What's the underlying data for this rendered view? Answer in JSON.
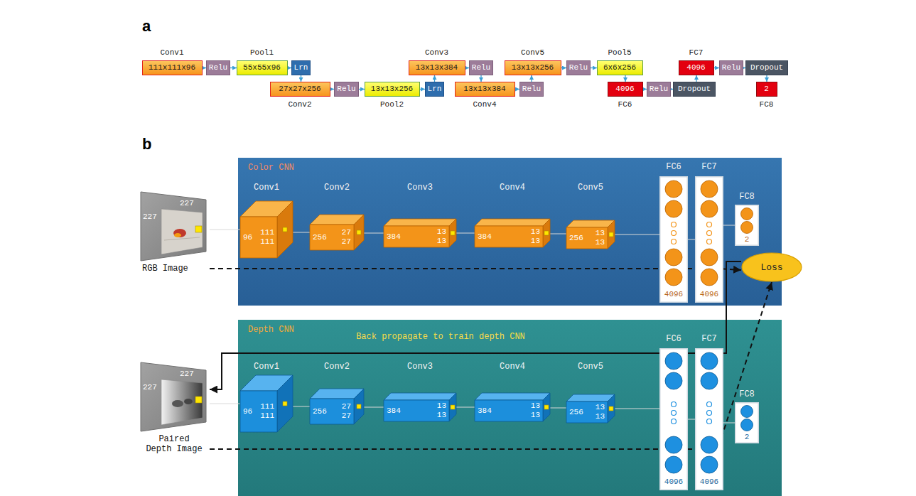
{
  "diagram": {
    "nodes": [
      {
        "text": [
          "Conv1",
          "111x111x96"
        ]
      },
      {
        "text": [
          "Relu"
        ]
      },
      {
        "text": [
          "Pool1",
          "55x55x96"
        ]
      },
      {
        "text": [
          "Lrn"
        ]
      },
      {
        "text": [
          "Conv2",
          "27x27x256"
        ]
      },
      {
        "text": [
          "Relu"
        ]
      },
      {
        "text": [
          "Pool2",
          "13x13x256"
        ]
      },
      {
        "text": [
          "Lrn"
        ]
      },
      {
        "text": [
          "Conv3",
          "13x13x384"
        ]
      },
      {
        "text": [
          "Relu"
        ]
      },
      {
        "text": [
          "Conv4",
          "13x13x384"
        ]
      },
      {
        "text": [
          "Relu"
        ]
      },
      {
        "text": [
          "Conv5",
          "13x13x256"
        ]
      },
      {
        "text": [
          "Relu"
        ]
      },
      {
        "text": [
          "Pool5",
          "6x6x256"
        ]
      },
      {
        "text": [
          "FC6",
          "4096"
        ]
      },
      {
        "text": [
          "Relu"
        ]
      },
      {
        "text": [
          "Dropout"
        ]
      },
      {
        "text": [
          "FC7",
          "4096"
        ]
      },
      {
        "text": [
          "Relu"
        ]
      },
      {
        "text": [
          "Dropout"
        ]
      },
      {
        "text": [
          "FC8",
          "2"
        ]
      },
      {
        "text": [
          "227",
          "227",
          "RGB Image"
        ]
      },
      {
        "text": [
          "Color CNN"
        ]
      },
      {
        "text": [
          "Conv1",
          "96",
          "111",
          "111"
        ],
        "in": 23
      },
      {
        "text": [
          "Conv2",
          "256",
          "27",
          "27"
        ],
        "in": 23
      },
      {
        "text": [
          "Conv3",
          "384",
          "13",
          "13"
        ],
        "in": 23
      },
      {
        "text": [
          "Conv4",
          "384",
          "13",
          "13"
        ],
        "in": 23
      },
      {
        "text": [
          "Conv5",
          "256",
          "13",
          "13"
        ],
        "in": 23
      },
      {
        "text": [
          "FC6",
          "4096"
        ],
        "in": 23
      },
      {
        "text": [
          "FC7",
          "4096"
        ],
        "in": 23
      },
      {
        "text": [
          "FC8",
          "2"
        ],
        "in": 23
      },
      {
        "text": [
          "Loss"
        ]
      },
      {
        "text": [
          "227",
          "227",
          "Paired Depth Image"
        ]
      },
      {
        "text": [
          "Depth CNN",
          "Back propagate to train depth CNN"
        ]
      },
      {
        "text": [
          "Conv1",
          "96",
          "111",
          "111"
        ],
        "in": 34
      },
      {
        "text": [
          "Conv2",
          "256",
          "27",
          "27"
        ],
        "in": 34
      },
      {
        "text": [
          "Conv3",
          "384",
          "13",
          "13"
        ],
        "in": 34
      },
      {
        "text": [
          "Conv4",
          "384",
          "13",
          "13"
        ],
        "in": 34
      },
      {
        "text": [
          "Conv5",
          "256",
          "13",
          "13"
        ],
        "in": 34
      },
      {
        "text": [
          "FC6",
          "4096"
        ],
        "in": 34
      },
      {
        "text": [
          "FC7",
          "4096"
        ],
        "in": 34
      },
      {
        "text": [
          "FC8",
          "2"
        ],
        "in": 34
      }
    ],
    "edges": [
      {
        "from": 0,
        "to": 1,
        "arrow": "to"
      },
      {
        "from": 1,
        "to": 2,
        "arrow": "to"
      },
      {
        "from": 2,
        "to": 3,
        "arrow": "to"
      },
      {
        "from": 3,
        "to": 4,
        "arrow": "to"
      },
      {
        "from": 4,
        "to": 5,
        "arrow": "to"
      },
      {
        "from": 5,
        "to": 6,
        "arrow": "to"
      },
      {
        "from": 6,
        "to": 7,
        "arrow": "to"
      },
      {
        "from": 7,
        "to": 8,
        "arrow": "to"
      },
      {
        "from": 8,
        "to": 9,
        "arrow": "to"
      },
      {
        "from": 9,
        "to": 10,
        "arrow": "to"
      },
      {
        "from": 10,
        "to": 11,
        "arrow": "to"
      },
      {
        "from": 11,
        "to": 12,
        "arrow": "to"
      },
      {
        "from": 12,
        "to": 13,
        "arrow": "to"
      },
      {
        "from": 13,
        "to": 14,
        "arrow": "to"
      },
      {
        "from": 14,
        "to": 15,
        "arrow": "to"
      },
      {
        "from": 15,
        "to": 16,
        "arrow": "to"
      },
      {
        "from": 16,
        "to": 17,
        "arrow": "to"
      },
      {
        "from": 17,
        "to": 18,
        "arrow": "to"
      },
      {
        "from": 18,
        "to": 19,
        "arrow": "to"
      },
      {
        "from": 19,
        "to": 20,
        "arrow": "to"
      },
      {
        "from": 20,
        "to": 21,
        "arrow": "to"
      },
      {
        "from": 22,
        "to": 24,
        "arrow": "none"
      },
      {
        "from": 24,
        "to": 25,
        "arrow": "none"
      },
      {
        "from": 25,
        "to": 26,
        "arrow": "none"
      },
      {
        "from": 26,
        "to": 27,
        "arrow": "none"
      },
      {
        "from": 27,
        "to": 28,
        "arrow": "none"
      },
      {
        "from": 28,
        "to": 29,
        "arrow": "none"
      },
      {
        "from": 29,
        "to": 30,
        "arrow": "none"
      },
      {
        "from": 30,
        "to": 31,
        "arrow": "none"
      },
      {
        "from": 22,
        "to": 32,
        "arrow": "to"
      },
      {
        "from": 33,
        "to": 35,
        "arrow": "none"
      },
      {
        "from": 35,
        "to": 36,
        "arrow": "none"
      },
      {
        "from": 36,
        "to": 37,
        "arrow": "none"
      },
      {
        "from": 37,
        "to": 38,
        "arrow": "none"
      },
      {
        "from": 38,
        "to": 39,
        "arrow": "none"
      },
      {
        "from": 39,
        "to": 40,
        "arrow": "none"
      },
      {
        "from": 40,
        "to": 41,
        "arrow": "none"
      },
      {
        "from": 41,
        "to": 42,
        "arrow": "none"
      },
      {
        "from": 33,
        "to": 32,
        "arrow": "to"
      },
      {
        "from": 32,
        "to": 33,
        "arrow": "to"
      }
    ],
    "labels": [
      "a",
      "b"
    ]
  }
}
